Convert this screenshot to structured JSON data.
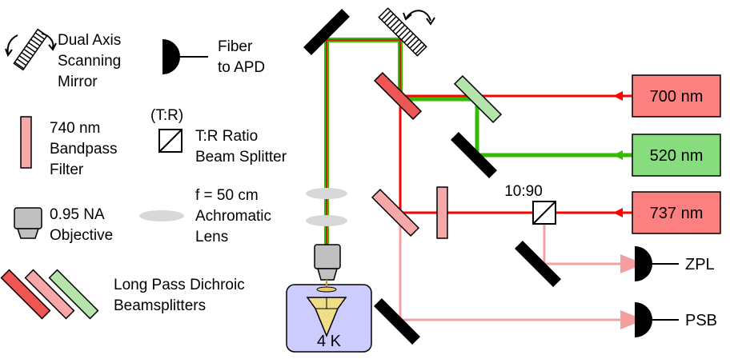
{
  "legend": {
    "scan_mirror": [
      "Dual Axis",
      "Scanning",
      "Mirror"
    ],
    "fiber": [
      "Fiber",
      "to APD"
    ],
    "filter": [
      "740 nm",
      "Bandpass",
      "Filter"
    ],
    "splitter_ratio": "(T:R)",
    "splitter": [
      "T:R Ratio",
      "Beam Splitter"
    ],
    "objective": [
      "0.95 NA",
      "Objective"
    ],
    "lens": [
      "f = 50 cm",
      "Achromatic",
      "Lens"
    ],
    "dichroic": [
      "Long Pass Dichroic",
      "Beamsplitters"
    ]
  },
  "lasers": [
    {
      "label": "700 nm",
      "color": "#fc8080"
    },
    {
      "label": "520 nm",
      "color": "#87dc7d"
    },
    {
      "label": "737 nm",
      "color": "#fc8080"
    }
  ],
  "splitter_ratio_label": "10:90",
  "detectors": [
    "ZPL",
    "PSB"
  ],
  "cryostat_label": "4 K",
  "colors": {
    "red_beam": "#ff0000",
    "green_beam": "#33bb00",
    "pink_beam": "#f5a0a0",
    "cryostat_fill": "#ccccff",
    "dichroic_red": "#ee5555",
    "dichroic_pink": "#f6a8a8",
    "dichroic_green": "#b4e4ac"
  }
}
